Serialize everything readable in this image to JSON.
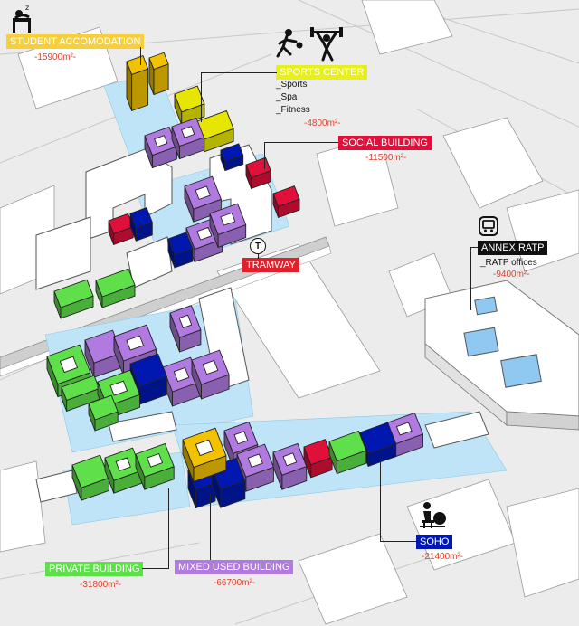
{
  "colors": {
    "student": "#f2c200",
    "sports": "#e6e600",
    "social": "#e0103a",
    "ratp": "#111111",
    "soho": "#0018b0",
    "private": "#5fe04a",
    "mixed": "#b07ae0",
    "tramway": "#e0202a",
    "area_text": "#e0402a",
    "rail": "#9fd8f2"
  },
  "labels": {
    "student": {
      "title": "STUDENT ACCOMODATION",
      "area": "-15900m²-",
      "icon": "sleeping-student-icon"
    },
    "sports": {
      "title": "SPORTS CENTER",
      "items": [
        "_Sports",
        "_Spa",
        "_Fitness"
      ],
      "area": "-4800m²-",
      "icon": "sports-icon"
    },
    "social": {
      "title": "SOCIAL BUILDING",
      "area": "-11500m²-"
    },
    "tramway": {
      "title": "TRAMWAY",
      "badge": "T"
    },
    "ratp": {
      "title": "ANNEX RATP",
      "items": [
        "_RATP offices"
      ],
      "area": "-9400m²-",
      "icon": "bus-icon"
    },
    "soho": {
      "title": "SOHO",
      "area": "-21400m²-",
      "icon": "home-office-icon"
    },
    "private": {
      "title": "PRIVATE BUILDING",
      "area": "-31800m²-"
    },
    "mixed": {
      "title": "MIXED USED BUILDING",
      "area": "-66700m²-"
    }
  }
}
